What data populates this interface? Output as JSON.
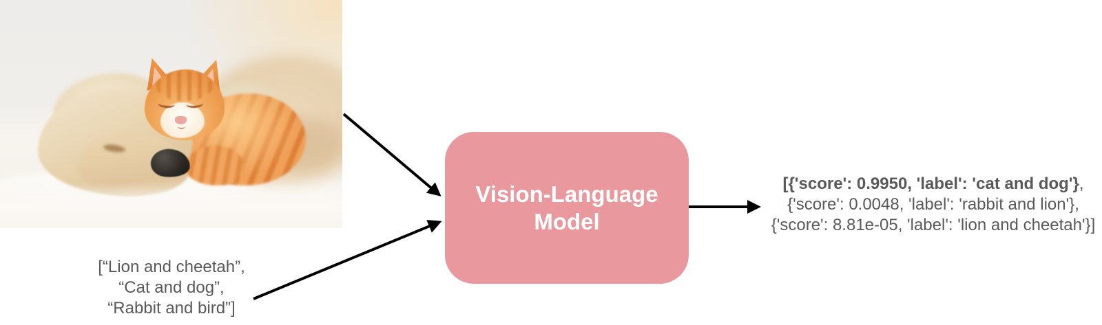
{
  "model": {
    "label_line1": "Vision-Language",
    "label_line2": "Model"
  },
  "input_labels": {
    "lines": [
      "[“Lion and cheetah”,",
      "“Cat and dog”,",
      "“Rabbit and bird”]"
    ]
  },
  "output": {
    "lines": [
      {
        "bold": "[{'score': 0.9950, 'label': 'cat and dog'}",
        "normal": ","
      },
      {
        "bold": "",
        "normal": "{'score': 0.0048, 'label': 'rabbit and lion'},"
      },
      {
        "bold": "",
        "normal": "{'score': 8.81e-05, 'label': 'lion and cheetah'}]"
      }
    ]
  },
  "colors": {
    "model_box_fill": "#E9999E",
    "model_box_text": "#FFFFFF",
    "body_text": "#595959",
    "arrow": "#000000"
  }
}
